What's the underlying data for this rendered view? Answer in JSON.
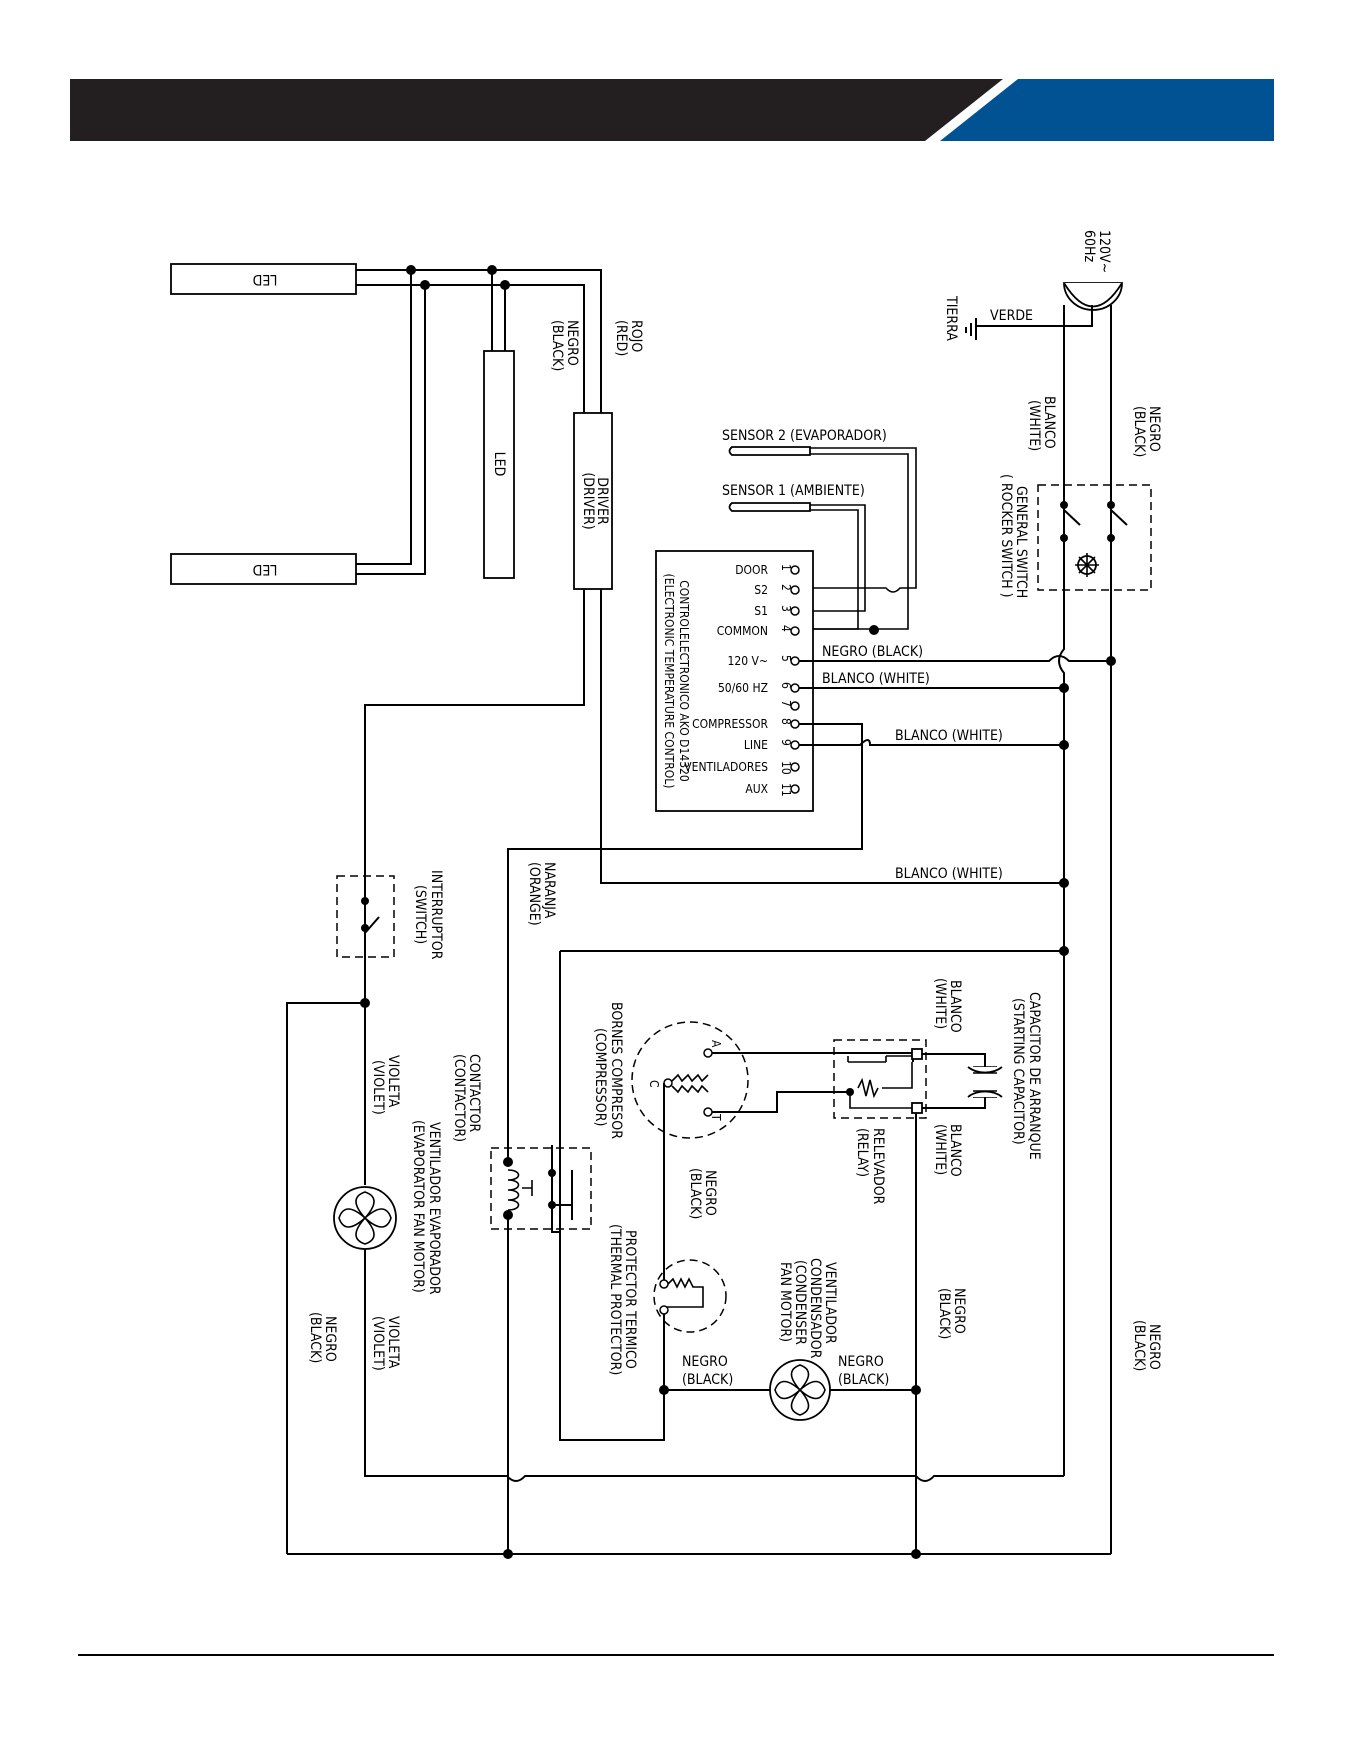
{
  "colors": {
    "header_dark": "#231f20",
    "header_accent": "#005293",
    "footer_rule": "#000000"
  },
  "power": {
    "voltage": "120V~",
    "frequency": "60Hz",
    "ground": "TIERRA",
    "ground_wire": "VERDE"
  },
  "wires": {
    "negro_black_1": "NEGRO",
    "negro_black_1b": "(BLACK)",
    "blanco_white_1": "BLANCO",
    "blanco_white_1b": "(WHITE)",
    "negro_bl_5": "NEGRO (BLACK)",
    "blanco_wh_6": "BLANCO (WHITE)",
    "blanco_wh_9": "BLANCO (WHITE)",
    "blanco_wh_mid": "BLANCO (WHITE)",
    "rojo": "ROJO",
    "red": "(RED)",
    "negro_drv": "NEGRO",
    "black_drv": "(BLACK)",
    "naranja": "NARANJA",
    "orange": "(ORANGE)",
    "violeta_1": "VIOLETA",
    "violet_1": "(VIOLET)",
    "violeta_2": "VIOLETA",
    "violet_2": "(VIOLET)",
    "negro_bot_l": "NEGRO",
    "black_bot_l": "(BLACK)",
    "negro_right": "NEGRO",
    "black_right": "(BLACK)",
    "negro_mid": "NEGRO",
    "black_mid": "(BLACK)",
    "negro_comp": "NEGRO",
    "black_comp": "(BLACK)",
    "negro_fan_l": "NEGRO",
    "black_fan_l": "(BLACK)",
    "negro_fan_r": "NEGRO",
    "black_fan_r": "(BLACK)",
    "blanco_cap_top": "BLANCO",
    "white_cap_top": "(WHITE)",
    "blanco_cap_bot": "BLANCO",
    "white_cap_bot": "(WHITE)"
  },
  "components": {
    "led_top": "LED",
    "led_mid": "LED",
    "led_bottom": "LED",
    "driver": "DRIVER",
    "driver_en": "(DRIVER)",
    "sensor2": "SENSOR 2 (EVAPORADOR)",
    "sensor1": "SENSOR 1 (AMBIENTE)",
    "controller_es": "CONTROLELECTRONICO AKO D14320",
    "controller_en": "(ELECTRONIC TEMPERATURE CONTROL)",
    "general_switch_1": "GENERAL SWITCH",
    "general_switch_2": "( ROCKER SWITCH )",
    "interruptor": "INTERRUPTOR",
    "interruptor_en": "(SWITCH)",
    "contactor": "CONTACTOR",
    "contactor_en": "(CONTACTOR)",
    "bornes": "BORNES COMPRESOR",
    "bornes_en": "(COMPRESSOR)",
    "capacitor": "CAPACITOR DE ARRANQUE",
    "capacitor_en": "(STARTING CAPACITOR)",
    "relevador": "RELEVADOR",
    "relevador_en": "(RELAY)",
    "protector": "PROTECTOR TERMICO",
    "protector_en": "(THERMAL PROTECTOR)",
    "vent_cond_1": "VENTILADOR",
    "vent_cond_2": "CONDENSADOR",
    "vent_cond_3": "(CONDENSER",
    "vent_cond_4": "FAN MOTOR)",
    "vent_evap_1": "VENTILADOR EVAPORADOR",
    "vent_evap_2": "(EVAPORATOR FAN MOTOR)",
    "term_a": "A",
    "term_c": "C",
    "term_t": "T"
  },
  "terminals": [
    {
      "num": "1",
      "label": "DOOR"
    },
    {
      "num": "2",
      "label": "S2"
    },
    {
      "num": "3",
      "label": "S1"
    },
    {
      "num": "4",
      "label": "COMMON"
    },
    {
      "num": "5",
      "label": "120 V~"
    },
    {
      "num": "6",
      "label": "50/60 HZ"
    },
    {
      "num": "7",
      "label": ""
    },
    {
      "num": "8",
      "label": "COMPRESSOR"
    },
    {
      "num": "9",
      "label": "LINE"
    },
    {
      "num": "10",
      "label": "VENTILADORES"
    },
    {
      "num": "11",
      "label": "AUX"
    }
  ]
}
